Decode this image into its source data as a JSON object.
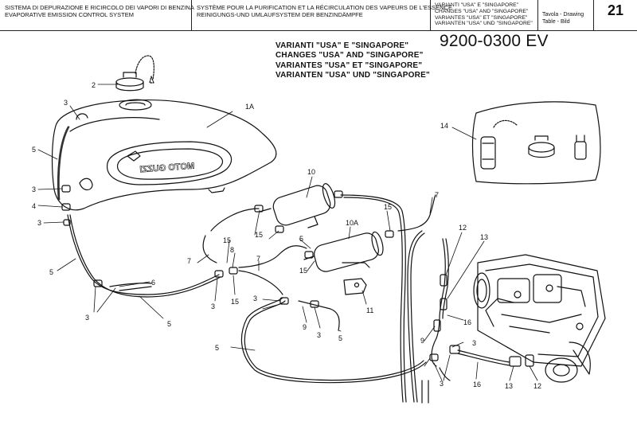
{
  "header": {
    "title_lines": [
      "SISTEMA DI DEPURAZIONE E RICIRCOLO DEI VAPORI DI BENZINA",
      "EVAPORATIVE EMISSION CONTROL SYSTEM"
    ],
    "subtitle_lines": [
      "SYSTÈME POUR LA PURIFICATION ET LA RÉCIRCULATION DES VAPEURS DE L'ESSENCE",
      "REINIGUNGS-UND UMLAUFSYSTEM DER BENZINDÄMPFE"
    ],
    "variant_lines": [
      "VARIANTI \"USA\" E \"SINGAPORE\"",
      "CHANGES \"USA\" AND \"SINGAPORE\"",
      "VARIANTES \"USA\" ET \"SINGAPORE\"",
      "VARIANTEN \"USA\" UND \"SINGAPORE\""
    ],
    "table_lines": [
      "Tavola - Drawing",
      "Table - Bild"
    ],
    "page_number": "21"
  },
  "variants_block": [
    "VARIANTI \"USA\" E \"SINGAPORE\"",
    "CHANGES \"USA\" AND \"SINGAPORE\"",
    "VARIANTES \"USA\" ET \"SINGAPORE\"",
    "VARIANTEN \"USA\" UND \"SINGAPORE\""
  ],
  "drawing_code": "9200-0300 EV",
  "tank_brand": "MOTO GUZZI",
  "callouts": {
    "c1a": "1A",
    "c2": "2",
    "c3a": "3",
    "c5a": "5",
    "c3b": "3",
    "c4": "4",
    "c3c": "3",
    "c5b": "5",
    "c6": "6",
    "c3d": "3",
    "c5c": "5",
    "c10": "10",
    "c15a": "15",
    "c15b": "15",
    "c5d": "5",
    "c7a": "7",
    "c15c": "15",
    "c8": "8",
    "c3e": "3",
    "c15d": "15",
    "c7b": "7",
    "c10a": "10A",
    "c15e": "15",
    "c11": "11",
    "c7c": "7",
    "c14": "14",
    "c12a": "12",
    "c13a": "13",
    "c16a": "16",
    "c3f": "3",
    "c9a": "9",
    "c3g": "3",
    "c5e": "5",
    "c5f": "5",
    "c9b": "9",
    "c3h": "3",
    "c3i": "3",
    "c16b": "16",
    "c13b": "13",
    "c12b": "12"
  }
}
